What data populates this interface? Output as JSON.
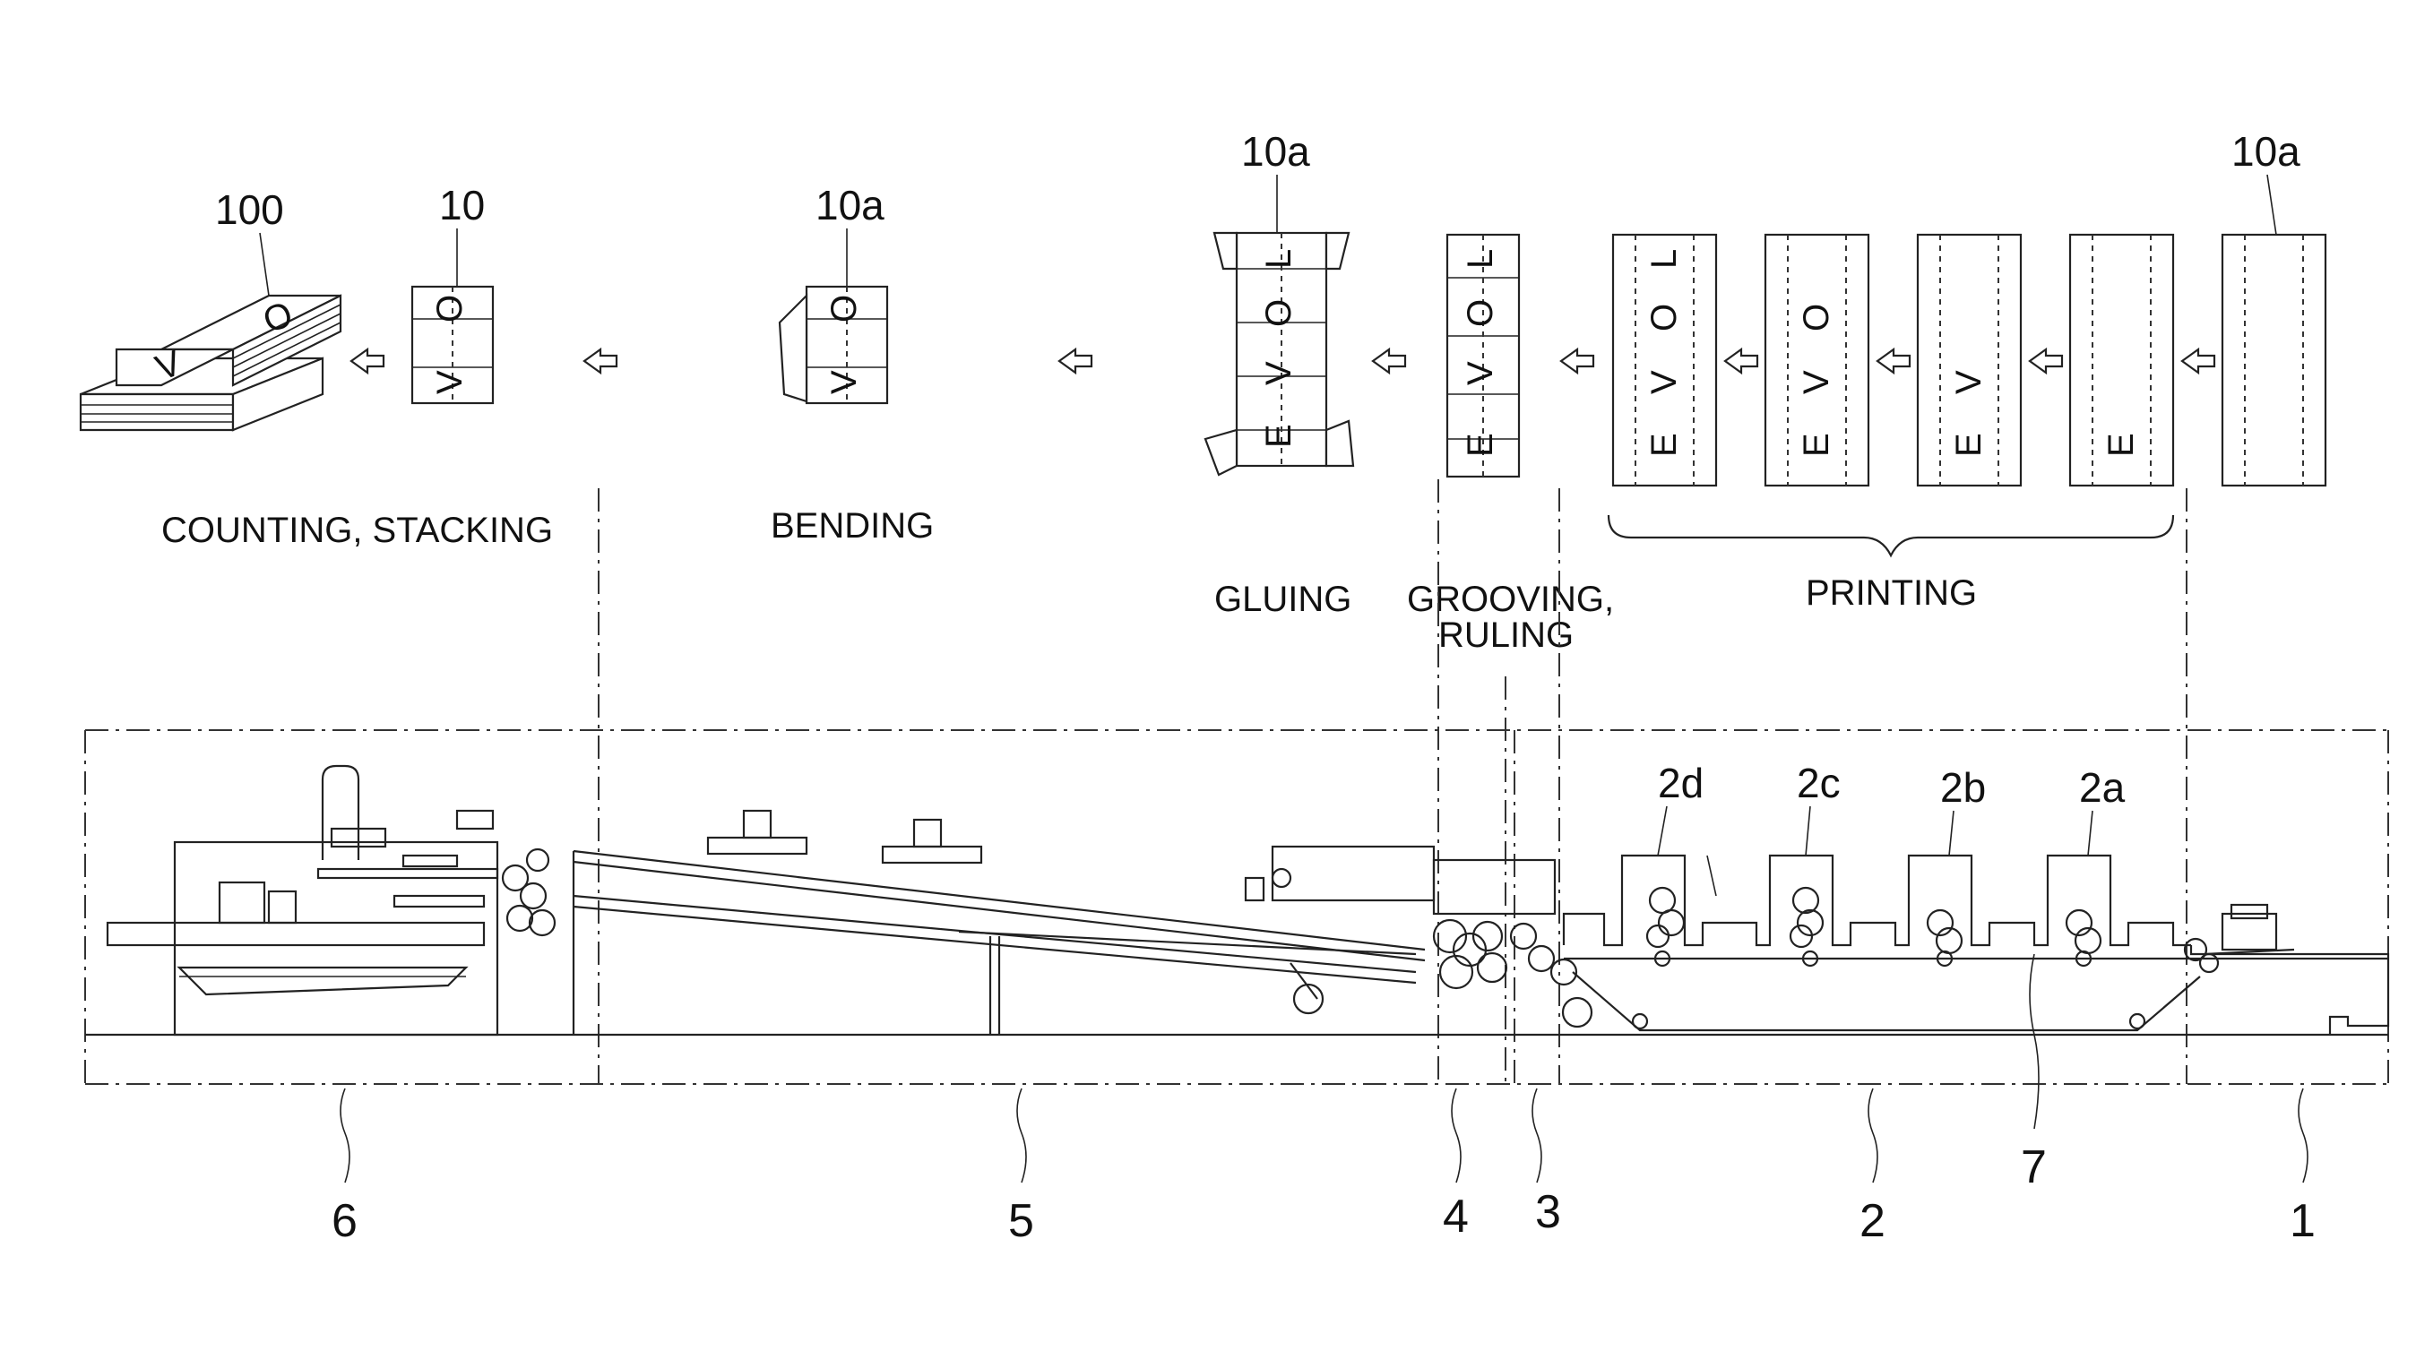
{
  "sheet_labels": {
    "stack": "100",
    "box": "10",
    "bent": "10a",
    "glued": "10a",
    "blank": "10a"
  },
  "stages": {
    "counting_stacking": "COUNTING, STACKING",
    "bending": "BENDING",
    "gluing": "GLUING",
    "grooving_line1": "GROOVING,",
    "grooving_line2": "RULING",
    "printing": "PRINTING"
  },
  "print_units": [
    "2d",
    "2c",
    "2b",
    "2a"
  ],
  "section_refs": [
    "6",
    "5",
    "4",
    "3",
    "2",
    "7",
    "1"
  ],
  "letters": [
    "E",
    "V",
    "O",
    "L"
  ]
}
